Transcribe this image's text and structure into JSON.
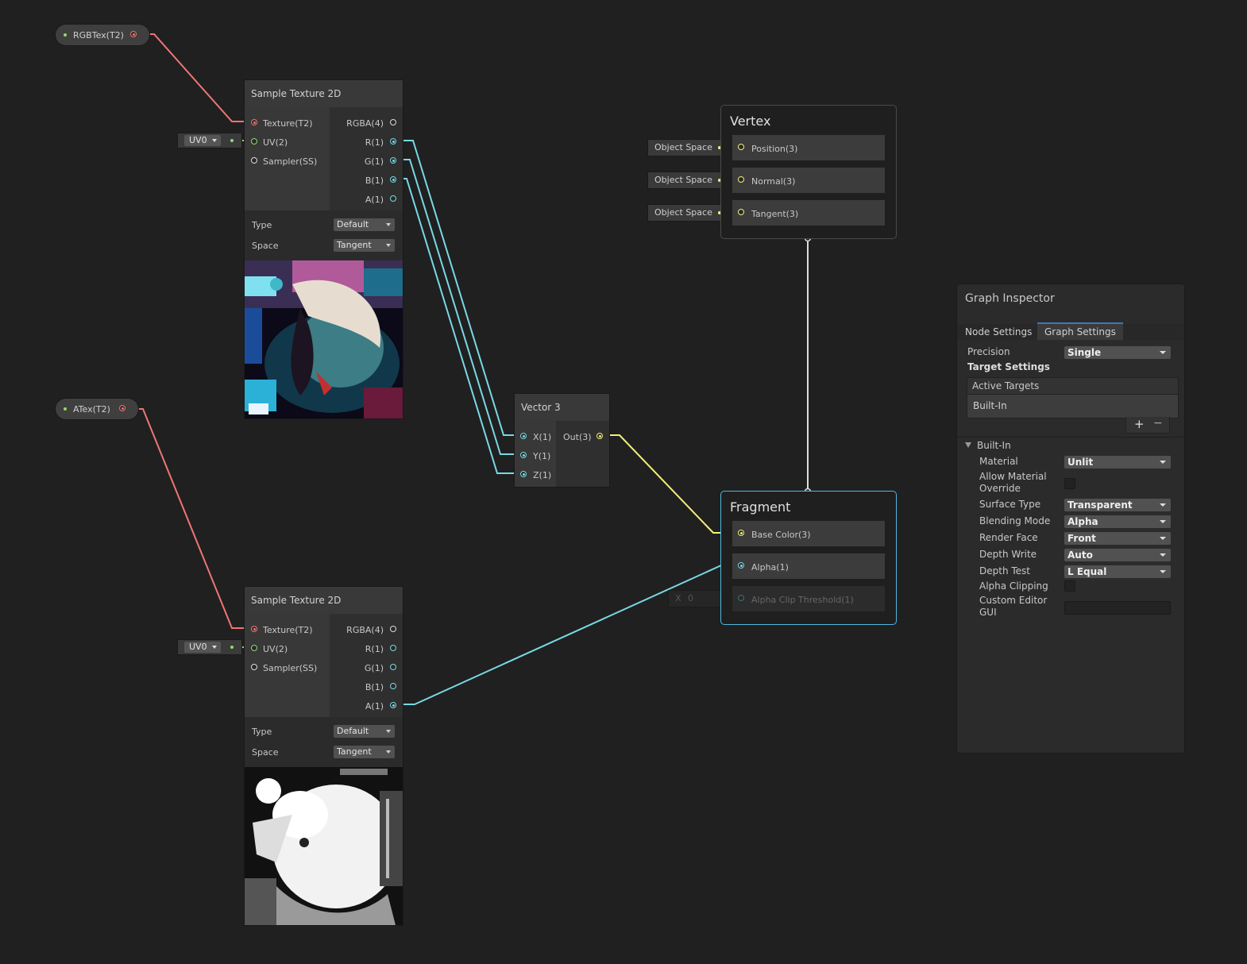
{
  "properties": {
    "rgb_tex": "RGBTex(T2)",
    "a_tex": "ATex(T2)"
  },
  "sample_texture_1": {
    "title": "Sample Texture 2D",
    "inputs": [
      "Texture(T2)",
      "UV(2)",
      "Sampler(SS)"
    ],
    "outputs": [
      "RGBA(4)",
      "R(1)",
      "G(1)",
      "B(1)",
      "A(1)"
    ],
    "uv_value": "UV0",
    "type_label": "Type",
    "type_value": "Default",
    "space_label": "Space",
    "space_value": "Tangent"
  },
  "sample_texture_2": {
    "title": "Sample Texture 2D",
    "inputs": [
      "Texture(T2)",
      "UV(2)",
      "Sampler(SS)"
    ],
    "outputs": [
      "RGBA(4)",
      "R(1)",
      "G(1)",
      "B(1)",
      "A(1)"
    ],
    "uv_value": "UV0",
    "type_label": "Type",
    "type_value": "Default",
    "space_label": "Space",
    "space_value": "Tangent"
  },
  "vector3": {
    "title": "Vector 3",
    "inputs": [
      "X(1)",
      "Y(1)",
      "Z(1)"
    ],
    "output": "Out(3)"
  },
  "vertex": {
    "title": "Vertex",
    "blocks": [
      "Position(3)",
      "Normal(3)",
      "Tangent(3)"
    ],
    "space_values": [
      "Object Space",
      "Object Space",
      "Object Space"
    ]
  },
  "fragment": {
    "title": "Fragment",
    "blocks": [
      "Base Color(3)",
      "Alpha(1)",
      "Alpha Clip Threshold(1)"
    ],
    "clip_axis": "X",
    "clip_value": "0"
  },
  "inspector": {
    "title": "Graph Inspector",
    "tabs": [
      "Node Settings",
      "Graph Settings"
    ],
    "active_tab": "Graph Settings",
    "precision_label": "Precision",
    "precision_value": "Single",
    "target_settings": "Target Settings",
    "active_targets": "Active Targets",
    "target_item": "Built-In",
    "add": "+",
    "remove": "−",
    "section": "Built-In",
    "material_label": "Material",
    "material_value": "Unlit",
    "allow_override_label_1": "Allow Material",
    "allow_override_label_2": "Override",
    "surface_type_label": "Surface Type",
    "surface_type_value": "Transparent",
    "blending_mode_label": "Blending Mode",
    "blending_mode_value": "Alpha",
    "render_face_label": "Render Face",
    "render_face_value": "Front",
    "depth_write_label": "Depth Write",
    "depth_write_value": "Auto",
    "depth_test_label": "Depth Test",
    "depth_test_value": "L Equal",
    "alpha_clipping_label": "Alpha Clipping",
    "custom_gui_label_1": "Custom Editor",
    "custom_gui_label_2": "GUI"
  },
  "colors": {
    "texture_wire": "#f07575",
    "float_wire": "#78d9e5",
    "vector3_wire": "#f0f07a",
    "vector2_wire": "#8ddc6b",
    "selection": "#4fb8e0"
  }
}
